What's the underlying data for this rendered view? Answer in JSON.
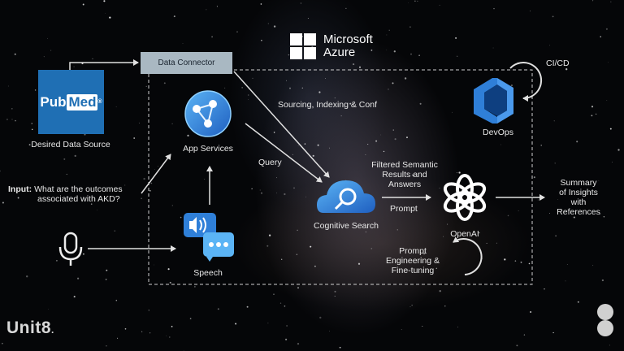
{
  "brand": {
    "microsoft": "Microsoft",
    "azure": "Azure",
    "company": "Unit8"
  },
  "source": {
    "logo_text_left": "Pub",
    "logo_text_right": "Med",
    "logo_mark": "®",
    "label": "Desired Data Source"
  },
  "data_connector": "Data Connector",
  "app_services": "App Services",
  "cognitive_search": "Cognitive Search",
  "openai": "OpenAI",
  "devops": "DevOps",
  "cicd": "CI/CD",
  "speech": "Speech",
  "input": {
    "prefix": "Input:",
    "line1": "What are the outcomes",
    "line2": "associated with AKD?"
  },
  "edge_labels": {
    "sourcing": "Sourcing, Indexing & Conf",
    "query": "Query",
    "filtered": [
      "Filtered Semantic",
      "Results and",
      "Answers"
    ],
    "prompt": "Prompt",
    "prompt_eng": [
      "Prompt",
      "Engineering &",
      "Fine-tuning"
    ]
  },
  "output": [
    "Summary",
    "of Insights",
    "with",
    "References"
  ],
  "colors": {
    "accent_blue": "#2f7fd8",
    "background": "#050608",
    "connector_box": "#a9b8c2",
    "pubmed_blue": "#1f6fb4"
  }
}
